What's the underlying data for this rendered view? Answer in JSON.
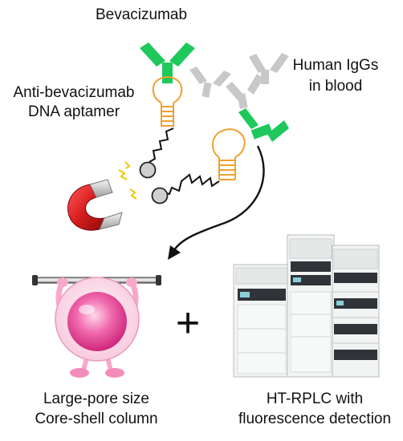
{
  "labels": {
    "bevacizumab": "Bevacizumab",
    "aptamer_line1": "Anti-bevacizumab",
    "aptamer_line2": "DNA aptamer",
    "igg_line1": "Human IgGs",
    "igg_line2": "in blood",
    "column_line1": "Large-pore size",
    "column_line2": "Core-shell column",
    "hplc_line1": "HT-RPLC with",
    "hplc_line2": "fluorescence detection",
    "plus": "+"
  },
  "colors": {
    "antibody_green": "#1ec85a",
    "igg_gray": "#c8c8c8",
    "aptamer_orange": "#f0a030",
    "magnet_red": "#d81e1e",
    "magnet_silver": "#c8c8c8",
    "bead_gray": "#cfcfcf",
    "column_pink": "#e84f9a",
    "instrument_white": "#f2f3f3",
    "instrument_dark": "#303438"
  },
  "icons": [
    "antibody-icon",
    "dna-aptamer-icon",
    "igg-icon",
    "magnet-icon",
    "magnetic-bead-icon",
    "core-shell-particle-mascot",
    "hplc-instrument-icon",
    "arrow-icon"
  ]
}
